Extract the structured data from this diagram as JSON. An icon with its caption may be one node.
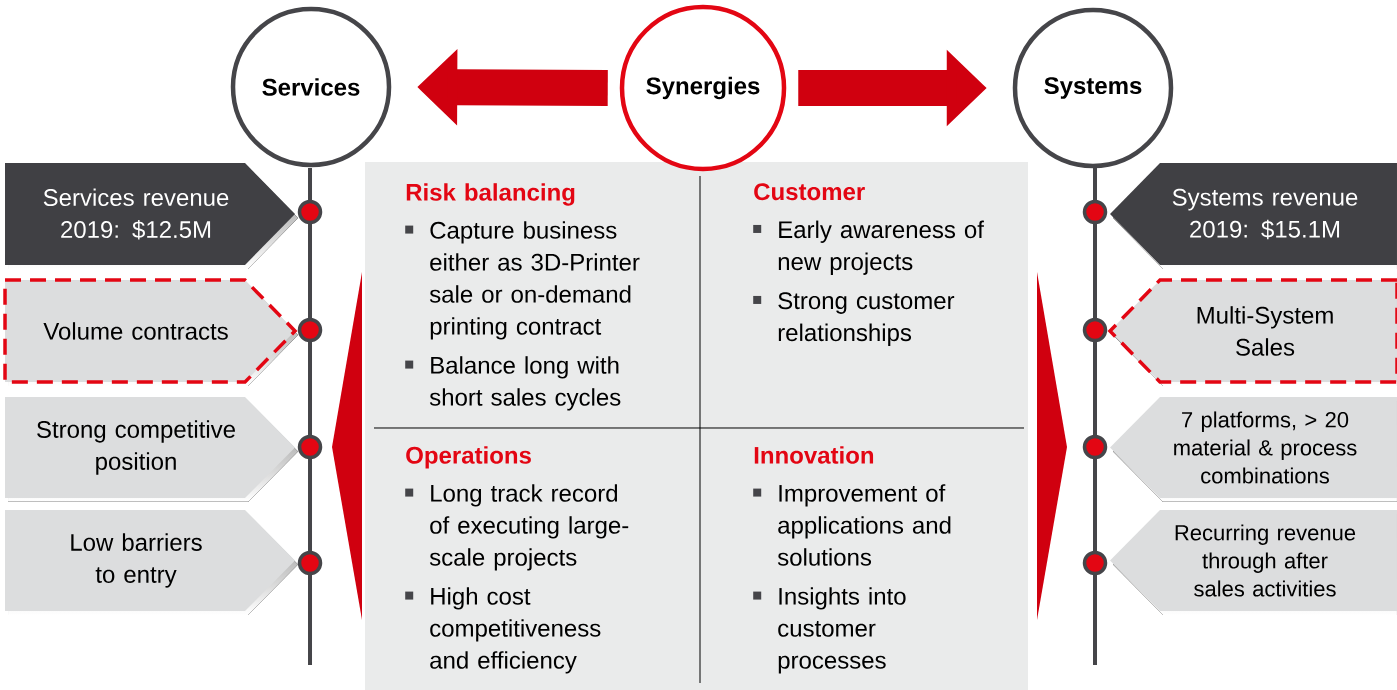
{
  "diagram": {
    "nodes": [
      {
        "text": [
          "Services"
        ]
      },
      {
        "text": [
          "Synergies"
        ]
      },
      {
        "text": [
          "Systems"
        ]
      },
      {
        "text": [
          "Services revenue 2019: $12.5M"
        ]
      },
      {
        "text": [
          "Volume contracts"
        ]
      },
      {
        "text": [
          "Strong competitive position"
        ]
      },
      {
        "text": [
          "Low barriers to entry"
        ]
      },
      {
        "text": [
          "Risk balancing",
          "Capture business either as 3D-Printer sale or on-demand printing contract",
          "Balance long with short sales cycles"
        ]
      },
      {
        "text": [
          "Customer",
          "Early awareness of new projects",
          "Strong customer relationships"
        ]
      },
      {
        "text": [
          "Operations",
          "Long track record of executing large-scale projects",
          "High cost competitiveness and efficiency"
        ]
      },
      {
        "text": [
          "Innovation",
          "Improvement of applications and solutions",
          "Insights into customer processes"
        ]
      },
      {
        "text": [
          "Systems revenue 2019: $15.1M"
        ]
      },
      {
        "text": [
          "Multi-System Sales"
        ]
      },
      {
        "text": [
          "7 platforms, > 20 material & process combinations"
        ]
      },
      {
        "text": [
          "Recurring revenue through after sales activities"
        ]
      }
    ],
    "edges": [
      {
        "from": 1,
        "to": 0,
        "arrow": "to"
      },
      {
        "from": 1,
        "to": 2,
        "arrow": "to"
      }
    ]
  }
}
